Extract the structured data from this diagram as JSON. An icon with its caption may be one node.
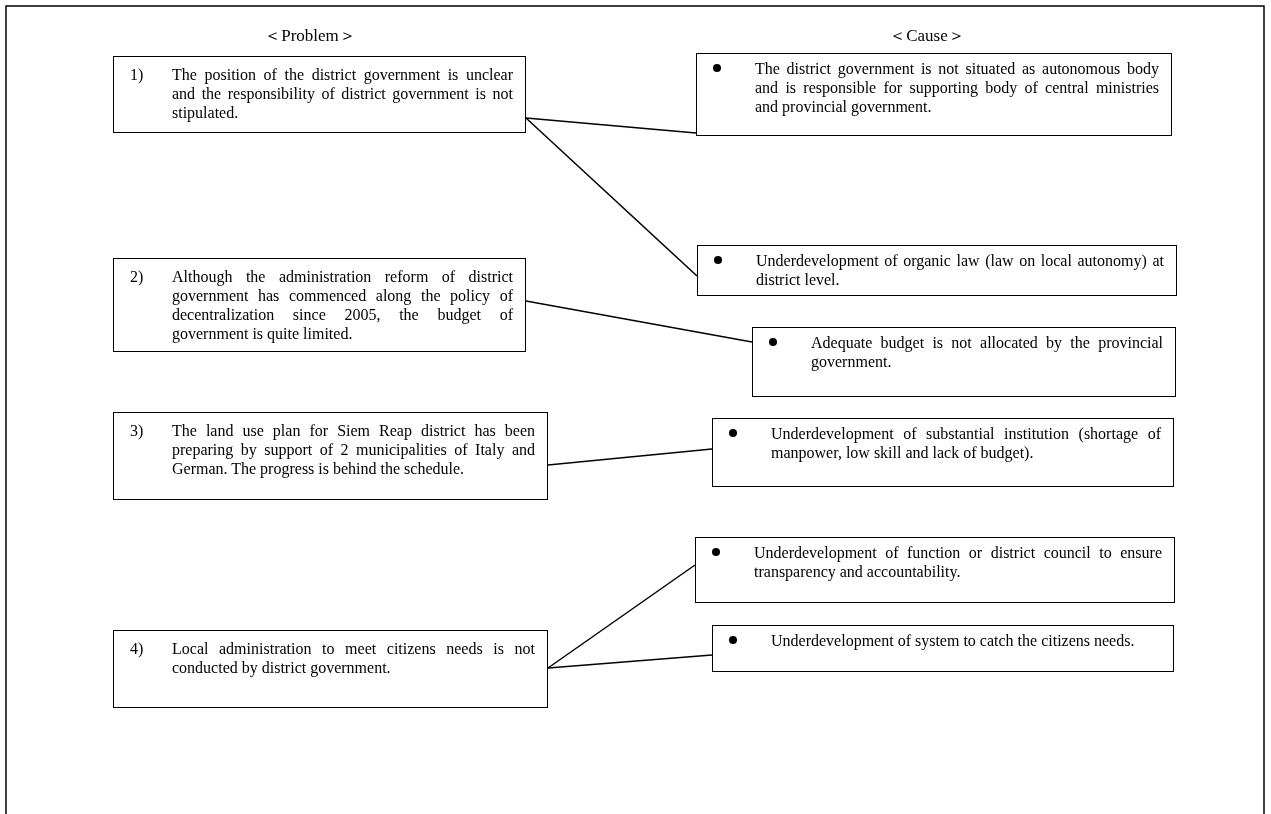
{
  "diagram": {
    "nodes": [
      {
        "text": [
          "1)",
          "The position of the district government is unclear and the responsibility of district government is not stipulated."
        ]
      },
      {
        "text": [
          "2)",
          "Although the administration reform of district government has commenced along the policy of decentralization since 2005, the budget of government is quite limited."
        ]
      },
      {
        "text": [
          "3)",
          "The land use plan for Siem Reap district has been preparing by support of 2 municipalities of Italy and German. The progress is behind the schedule."
        ]
      },
      {
        "text": [
          "4)",
          "Local administration to meet citizens needs is not conducted by district government."
        ]
      },
      {
        "text": [
          "The district government is not situated as autonomous body and is responsible for supporting body of central ministries and provincial government."
        ]
      },
      {
        "text": [
          "Underdevelopment of organic law (law on local autonomy) at district level."
        ]
      },
      {
        "text": [
          "Adequate budget is not allocated by the provincial government."
        ]
      },
      {
        "text": [
          "Underdevelopment of substantial institution (shortage of manpower, low skill and lack of budget)."
        ]
      },
      {
        "text": [
          "Underdevelopment of function or district council to ensure transparency and accountability."
        ]
      },
      {
        "text": [
          "Underdevelopment of system to catch the citizens needs."
        ]
      }
    ],
    "edges": [
      {
        "from": 0,
        "to": 4,
        "arrow": "none"
      },
      {
        "from": 0,
        "to": 5,
        "arrow": "none"
      },
      {
        "from": 1,
        "to": 6,
        "arrow": "none"
      },
      {
        "from": 2,
        "to": 7,
        "arrow": "none"
      },
      {
        "from": 3,
        "to": 8,
        "arrow": "none"
      },
      {
        "from": 3,
        "to": 9,
        "arrow": "none"
      }
    ],
    "labels": [
      "＜Problem＞",
      "＜Cause＞"
    ]
  }
}
